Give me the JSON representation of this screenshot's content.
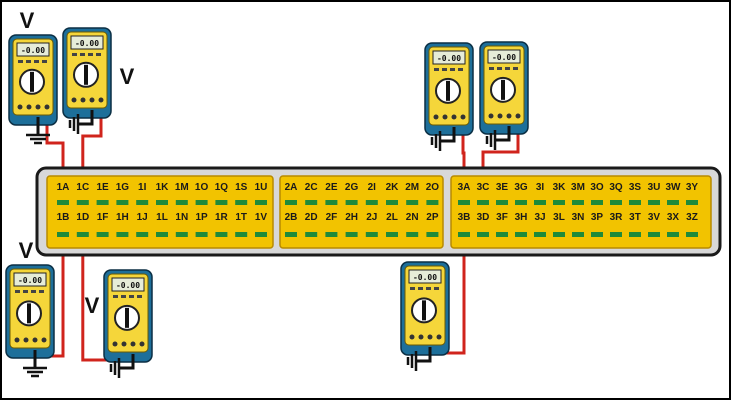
{
  "unit_label": "V",
  "meter_reading": "-0.00",
  "colors": {
    "wire": "#d0241c",
    "block": "#f2c300",
    "block_edge": "#b88a00",
    "pin": "#1f8a3a",
    "meter_body": "#1d6f9a",
    "meter_face": "#f5d63a",
    "connector_frame": "#d8d8d8"
  },
  "connector": {
    "blocks": [
      {
        "top": [
          "1A",
          "1C",
          "1E",
          "1G",
          "1I",
          "1K",
          "1M",
          "1O",
          "1Q",
          "1S",
          "1U"
        ],
        "bottom": [
          "1B",
          "1D",
          "1F",
          "1H",
          "1J",
          "1L",
          "1N",
          "1P",
          "1R",
          "1T",
          "1V"
        ]
      },
      {
        "top": [
          "2A",
          "2C",
          "2E",
          "2G",
          "2I",
          "2K",
          "2M",
          "2O"
        ],
        "bottom": [
          "2B",
          "2D",
          "2F",
          "2H",
          "2J",
          "2L",
          "2N",
          "2P"
        ]
      },
      {
        "top": [
          "3A",
          "3C",
          "3E",
          "3G",
          "3I",
          "3K",
          "3M",
          "3O",
          "3Q",
          "3S",
          "3U",
          "3W",
          "3Y"
        ],
        "bottom": [
          "3B",
          "3D",
          "3F",
          "3H",
          "3J",
          "3L",
          "3N",
          "3P",
          "3R",
          "3T",
          "3V",
          "3X",
          "3Z"
        ]
      }
    ]
  },
  "meters": [
    {
      "name": "meter-1a",
      "pin": "1A",
      "show_unit": true
    },
    {
      "name": "meter-1c",
      "pin": "1C",
      "show_unit": true
    },
    {
      "name": "meter-3a",
      "pin": "3A",
      "show_unit": false
    },
    {
      "name": "meter-3c",
      "pin": "3C",
      "show_unit": false
    },
    {
      "name": "meter-1b",
      "pin": "1B",
      "show_unit": true
    },
    {
      "name": "meter-1d",
      "pin": "1D",
      "show_unit": true
    },
    {
      "name": "meter-3b",
      "pin": "3B",
      "show_unit": false
    }
  ]
}
